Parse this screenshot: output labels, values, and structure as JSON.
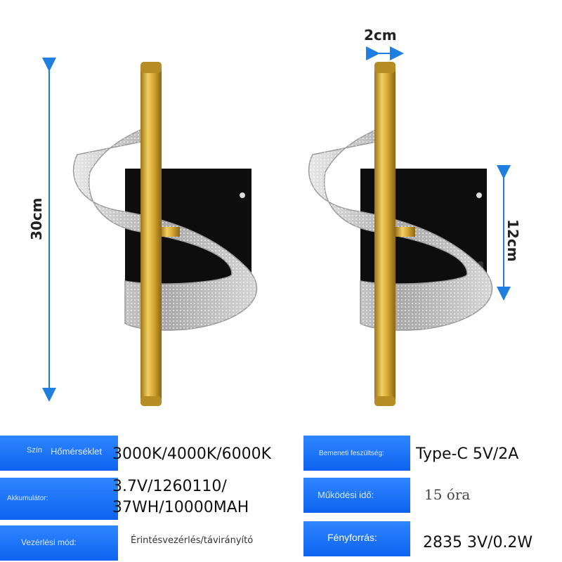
{
  "dimensions": {
    "height_label": "30cm",
    "width_label": "2cm",
    "box_height_label": "12cm"
  },
  "specs": {
    "color_label": "Szín",
    "temp_label": "Hőmérséklet",
    "temp_value": "3000K/4000K/6000K",
    "input_label": "Bemeneti feszültség:",
    "input_value": "Type-C 5V/2A",
    "battery_label": "Akkumulátor:",
    "battery_value_1": "3.7V/1260110/",
    "battery_value_2": "37WH/10000MAH",
    "runtime_label": "Működési idő:",
    "runtime_value": "15 óra",
    "control_label": "Vezérlési mód:",
    "control_value": "Érintésvezérlés/távirányító",
    "light_label": "Fényforrás:",
    "light_value": "2835 3V/0.2W"
  },
  "colors": {
    "accent": "#1a6dff",
    "arrow": "#1e7fe0",
    "gold": "#d4a62a",
    "panel": "#111111"
  }
}
